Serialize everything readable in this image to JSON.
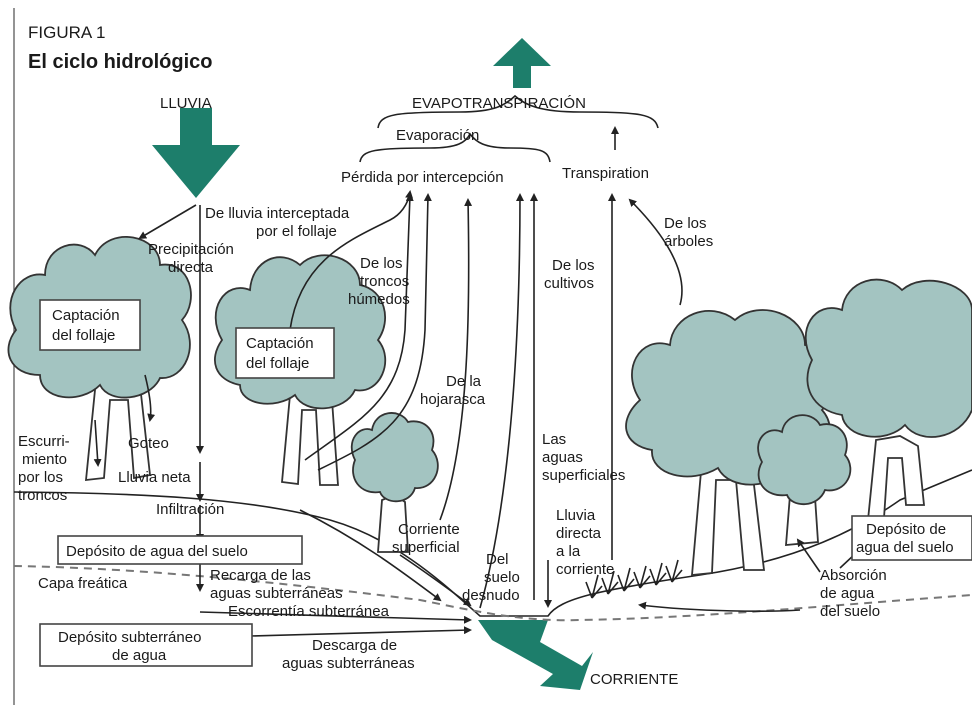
{
  "figure": {
    "number": "FIGURA 1",
    "title": "El ciclo hidrológico"
  },
  "labels": {
    "lluvia": "LLUVIA",
    "evapotranspiracion": "EVAPOTRANSPIRACIÓN",
    "evaporacion": "Evaporación",
    "perdida": "Pérdida por intercepción",
    "transpiration": "Transpiration",
    "lluvia_interceptada_1": "De lluvia interceptada",
    "lluvia_interceptada_2": "por el follaje",
    "precipitacion_1": "Precipitación",
    "precipitacion_2": "directa",
    "captacion_izq_1": "Captación",
    "captacion_izq_2": "del follaje",
    "captacion_der_1": "Captación",
    "captacion_der_2": "del follaje",
    "troncos_1": "De los",
    "troncos_2": "troncos",
    "troncos_3": "húmedos",
    "cultivos_1": "De los",
    "cultivos_2": "cultivos",
    "arboles_1": "De los",
    "arboles_2": "árboles",
    "hojarasca_1": "De la",
    "hojarasca_2": "hojarasca",
    "escurrimiento_1": "Escurri-",
    "escurrimiento_2": "miento",
    "escurrimiento_3": "por los",
    "escurrimiento_4": "troncos",
    "goteo": "Goteo",
    "lluvia_neta": "Lluvia neta",
    "infiltracion": "Infiltración",
    "deposito_suelo": "Depósito de agua del suelo",
    "capa_freatica": "Capa freática",
    "recarga_1": "Recarga de las",
    "recarga_2": "aguas subterráneas",
    "escorrentia": "Escorrentía subterránea",
    "deposito_subterraneo_1": "Depósito subterráneo",
    "deposito_subterraneo_2": "de agua",
    "descarga_1": "Descarga de",
    "descarga_2": "aguas subterráneas",
    "corriente": "CORRIENTE",
    "corriente_superficial_1": "Corriente",
    "corriente_superficial_2": "superficial",
    "suelo_desnudo_1": "Del",
    "suelo_desnudo_2": "suelo",
    "suelo_desnudo_3": "desnudo",
    "aguas_superficiales_1": "Las",
    "aguas_superficiales_2": "aguas",
    "aguas_superficiales_3": "superficiales",
    "lluvia_directa_1": "Lluvia",
    "lluvia_directa_2": "directa",
    "lluvia_directa_3": "a la",
    "lluvia_directa_4": "corriente",
    "deposito_der_1": "Depósito de",
    "deposito_der_2": "agua del suelo",
    "absorcion_1": "Absorción",
    "absorcion_2": "de agua",
    "absorcion_3": "del suelo"
  },
  "colors": {
    "arrow_fill": "#1d7e6b",
    "tree_fill": "#a3c4c1"
  }
}
